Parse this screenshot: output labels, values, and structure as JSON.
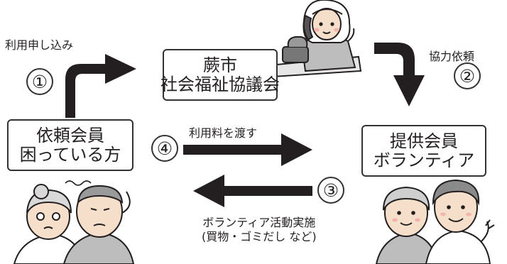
{
  "colors": {
    "arrow": "#231f20",
    "box_border": "#333333",
    "skin": "#f5dfcb",
    "cheek": "#f4b5b0"
  },
  "steps": [
    {
      "number": "①",
      "label": "利用申し込み"
    },
    {
      "number": "②",
      "label": "協力依頼"
    },
    {
      "number": "③",
      "label_lines": [
        "ボランティア活動実施",
        "(買物・ゴミだし など)"
      ]
    },
    {
      "number": "④",
      "label": "利用料を渡す"
    }
  ],
  "nodes": {
    "council": {
      "lines": [
        "蕨市",
        "社会福祉協議会"
      ]
    },
    "user_member": {
      "lines": [
        "依頼会員",
        "困っている方"
      ]
    },
    "provider_member": {
      "lines": [
        "提供会員",
        "ボランティア"
      ]
    }
  },
  "icons": [
    "receptionist-on-phone-icon",
    "elderly-couple-icon",
    "volunteer-pair-icon"
  ]
}
